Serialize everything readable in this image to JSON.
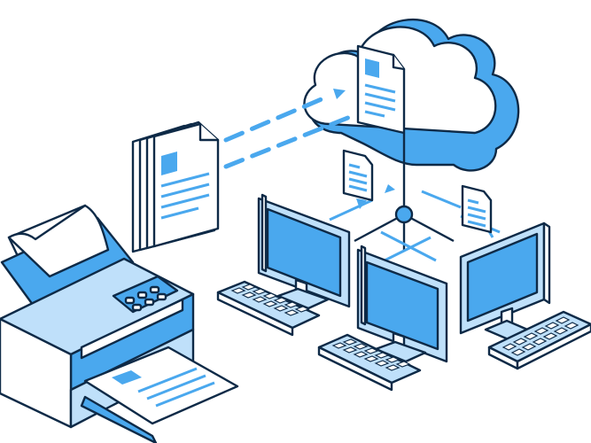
{
  "illustration": {
    "subject": "cloud-printing-network",
    "elements": [
      "printer",
      "cloud",
      "document-stack",
      "documents-in-transit",
      "desktop-computers",
      "network-hub"
    ],
    "colors": {
      "outline": "#0e2a47",
      "blue": "#4aa8ee",
      "light_blue": "#bfe0fa",
      "pale_blue": "#dff0fc",
      "white": "#ffffff"
    }
  }
}
